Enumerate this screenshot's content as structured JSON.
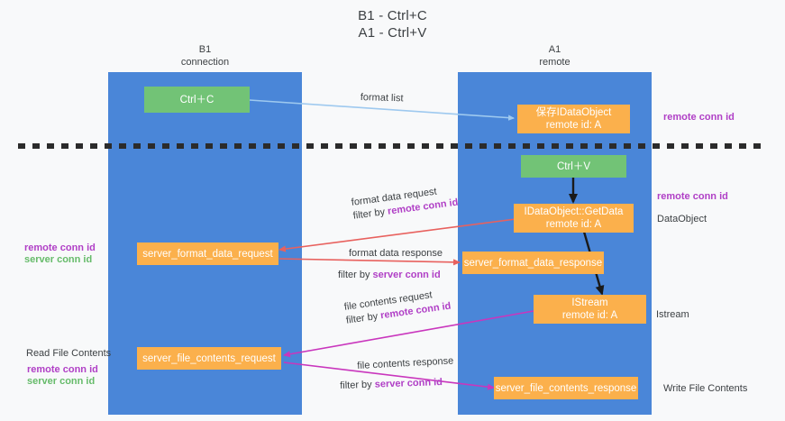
{
  "title": {
    "line1": "B1 - Ctrl+C",
    "line2": "A1 - Ctrl+V"
  },
  "columns": [
    {
      "name": "B1",
      "sub": "connection"
    },
    {
      "name": "A1",
      "sub": "remote"
    }
  ],
  "nodes": {
    "ctrl_c": "Ctrl＋C",
    "save_idataobject": "保存IDataObject\nremote id: A",
    "ctrl_v": "Ctrl＋V",
    "getdata": "IDataObject::GetData\nremote id: A",
    "server_format_data_request": "server_format_data_request",
    "server_format_data_response": "server_format_data_response",
    "istream": "IStream\nremote id: A",
    "server_file_contents_request": "server_file_contents_request",
    "server_file_contents_response": "server_file_contents_response"
  },
  "edge_labels": {
    "format_list": "format list",
    "format_data_request": "format data request",
    "format_data_request_filter_prefix": "filter by ",
    "format_data_request_filter_key": "remote conn id",
    "format_data_response": "format data response",
    "format_data_response_filter_prefix": "filter by ",
    "format_data_response_filter_key": "server conn id",
    "file_contents_request": "file contents request",
    "file_contents_request_filter_prefix": "filter by ",
    "file_contents_request_filter_key": "remote conn id",
    "file_contents_response": "file contents response",
    "file_contents_response_filter_prefix": "filter by ",
    "file_contents_response_filter_key": "server conn id"
  },
  "right_annotations": {
    "remote_conn_id_top": "remote conn id",
    "remote_conn_id_mid": "remote conn id",
    "dataobject": "DataObject",
    "istream": "Istream",
    "write_file_contents": "Write File Contents"
  },
  "left_annotations": {
    "mid_remote": "remote conn id",
    "mid_server": "server conn id",
    "read_file_contents": "Read File Contents",
    "bottom_remote": "remote conn id",
    "bottom_server": "server conn id"
  },
  "colors": {
    "lane": "#4a86d8",
    "node_green": "#72c376",
    "node_orange": "#fbb04c",
    "accent_purple": "#b03fc6",
    "accent_green": "#66bb6a",
    "arrow_blue": "#9ec9ef",
    "arrow_red": "#e8615e",
    "arrow_magenta": "#c936bd",
    "arrow_black": "#1a1a1a",
    "divider": "#2b2b2b",
    "background": "#f8f9fa"
  }
}
